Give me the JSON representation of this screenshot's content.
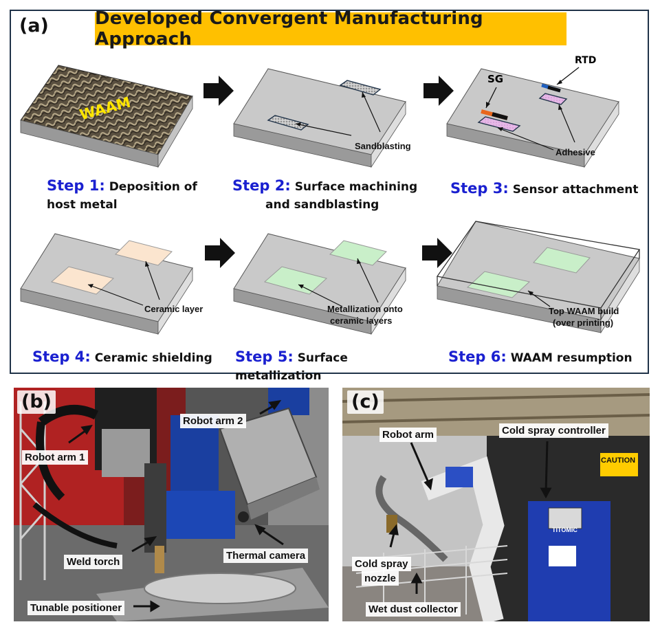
{
  "panel_a": {
    "label": "(a)",
    "title": "Developed Convergent Manufacturing Approach",
    "plate1_text": "WAAM",
    "steps": [
      {
        "label": "Step 1:",
        "line1": "Deposition of",
        "line2": "host metal"
      },
      {
        "label": "Step 2:",
        "line1": "Surface machining",
        "line2": "and sandblasting"
      },
      {
        "label": "Step 3:",
        "line1": "Sensor attachment",
        "line2": ""
      },
      {
        "label": "Step 4:",
        "line1": "Ceramic shielding",
        "line2": ""
      },
      {
        "label": "Step 5:",
        "line1": "Surface metallization",
        "line2": ""
      },
      {
        "label": "Step 6:",
        "line1": "WAAM resumption",
        "line2": ""
      }
    ],
    "callouts": {
      "sandblasting": "Sandblasting",
      "sg": "SG",
      "rtd": "RTD",
      "adhesive": "Adhesive",
      "ceramic_layer": "Ceramic layer",
      "metallization_1": "Metallization onto",
      "metallization_2": "ceramic layers",
      "top_waam_1": "Top WAAM build",
      "top_waam_2": "(over printing)"
    },
    "colors": {
      "title_bg": "#ffc000",
      "step_label": "#1a20d0",
      "plate_top": "#c9c9c9",
      "plate_side": "#9a9a9a",
      "ceramic": "#fbe5cf",
      "metallization": "#c9efc9",
      "strain_gauge": "#e8661c",
      "rtd": "#1f5fbf"
    }
  },
  "panel_b": {
    "label": "(b)",
    "labels": {
      "robot_arm_1": "Robot arm 1",
      "robot_arm_2": "Robot arm 2",
      "weld_torch": "Weld torch",
      "thermal_camera": "Thermal camera",
      "tunable_positioner": "Tunable positioner"
    }
  },
  "panel_c": {
    "label": "(c)",
    "labels": {
      "robot_arm": "Robot arm",
      "cold_spray_controller": "Cold spray controller",
      "cold_spray_nozzle_1": "Cold spray",
      "cold_spray_nozzle_2": "nozzle",
      "wet_dust_collector": "Wet dust collector"
    },
    "caution_sign": "CAUTION",
    "machine_brand": "TITOMIC"
  }
}
